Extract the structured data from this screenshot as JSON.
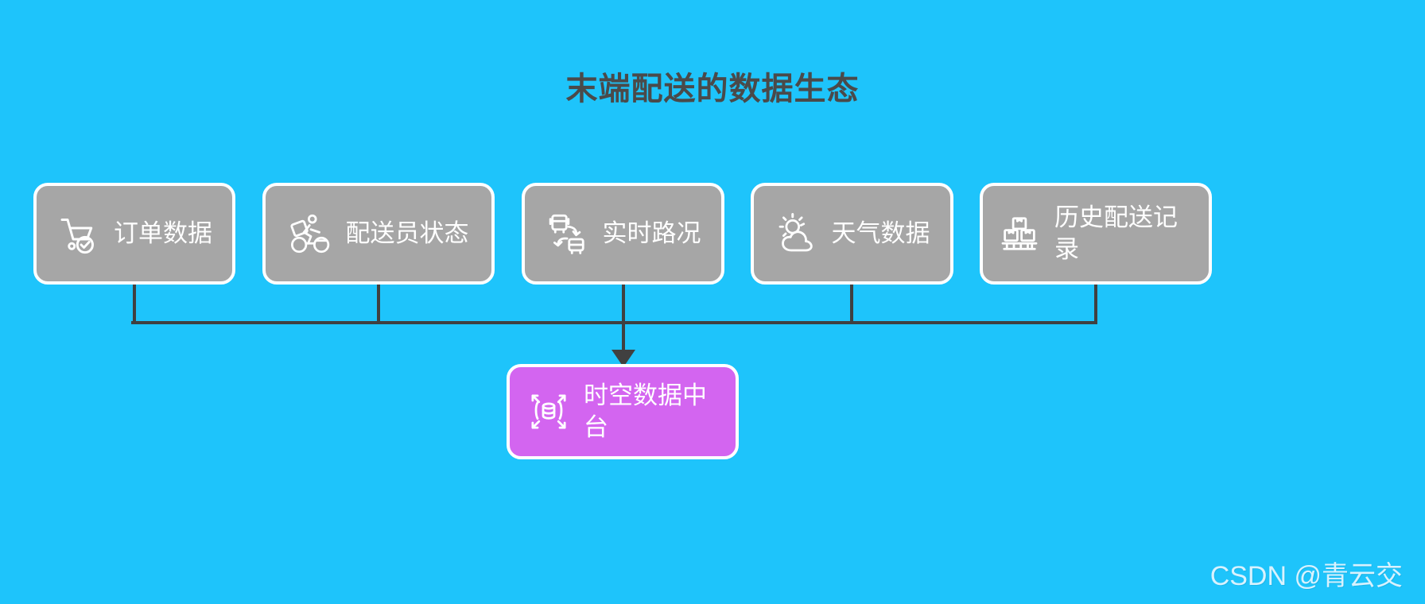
{
  "diagram": {
    "title": "末端配送的数据生态",
    "background_color": "#1ec4fb",
    "source_node_color": "#a6a6a6",
    "target_node_color": "#d365f0",
    "connector_color": "#404040",
    "border_color": "#ffffff",
    "text_color": "#ffffff",
    "title_color": "#4a4a4a"
  },
  "sources": [
    {
      "id": "order-data",
      "label": "订单数据",
      "icon": "shopping-cart-check-icon"
    },
    {
      "id": "courier-status",
      "label": "配送员状态",
      "icon": "delivery-rider-icon"
    },
    {
      "id": "realtime-traffic",
      "label": "实时路况",
      "icon": "traffic-vehicles-icon"
    },
    {
      "id": "weather-data",
      "label": "天气数据",
      "icon": "sun-cloud-icon"
    },
    {
      "id": "delivery-history",
      "label": "历史配送记录",
      "icon": "stacked-boxes-icon"
    }
  ],
  "target": {
    "id": "spatiotemporal-data-platform",
    "label": "时空数据中台",
    "icon": "database-expand-icon"
  },
  "watermark": {
    "text": "CSDN @青云交"
  }
}
